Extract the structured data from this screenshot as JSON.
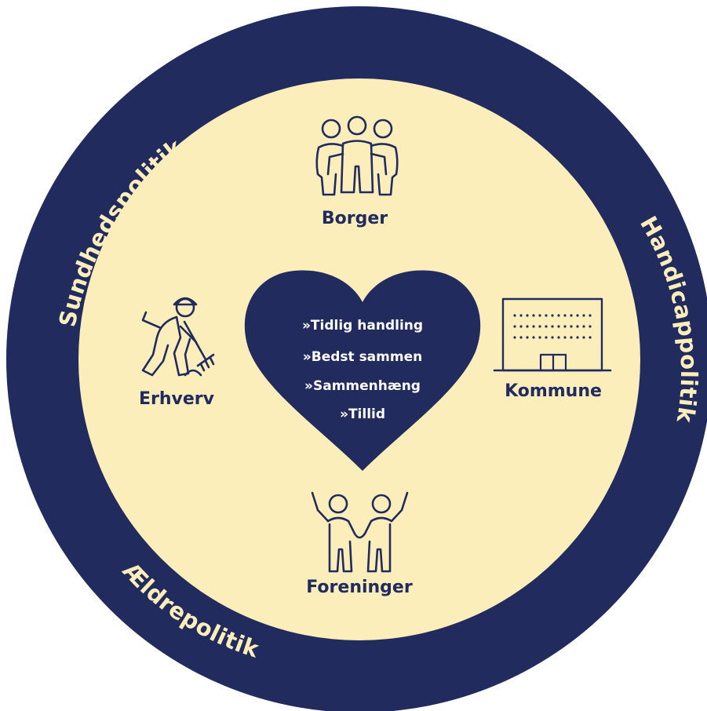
{
  "colors": {
    "navy": "#212b5e",
    "cream": "#fbeebb",
    "white": "#ffffff"
  },
  "ring_labels": {
    "top_left": "Sundhedspolitik",
    "right": "Handicappolitik",
    "bottom_left": "Ældrepolitik"
  },
  "nodes": {
    "top": {
      "label": "Borger",
      "icon": "group-of-three-people-icon"
    },
    "left": {
      "label": "Erhverv",
      "icon": "worker-with-rake-icon"
    },
    "right": {
      "label": "Kommune",
      "icon": "municipal-building-icon"
    },
    "bottom": {
      "label": "Foreninger",
      "icon": "two-people-holding-hands-icon"
    }
  },
  "heart": {
    "values": [
      "»Tidlig handling",
      "»Bedst sammen",
      "»Sammenhæng",
      "»Tillid"
    ]
  }
}
